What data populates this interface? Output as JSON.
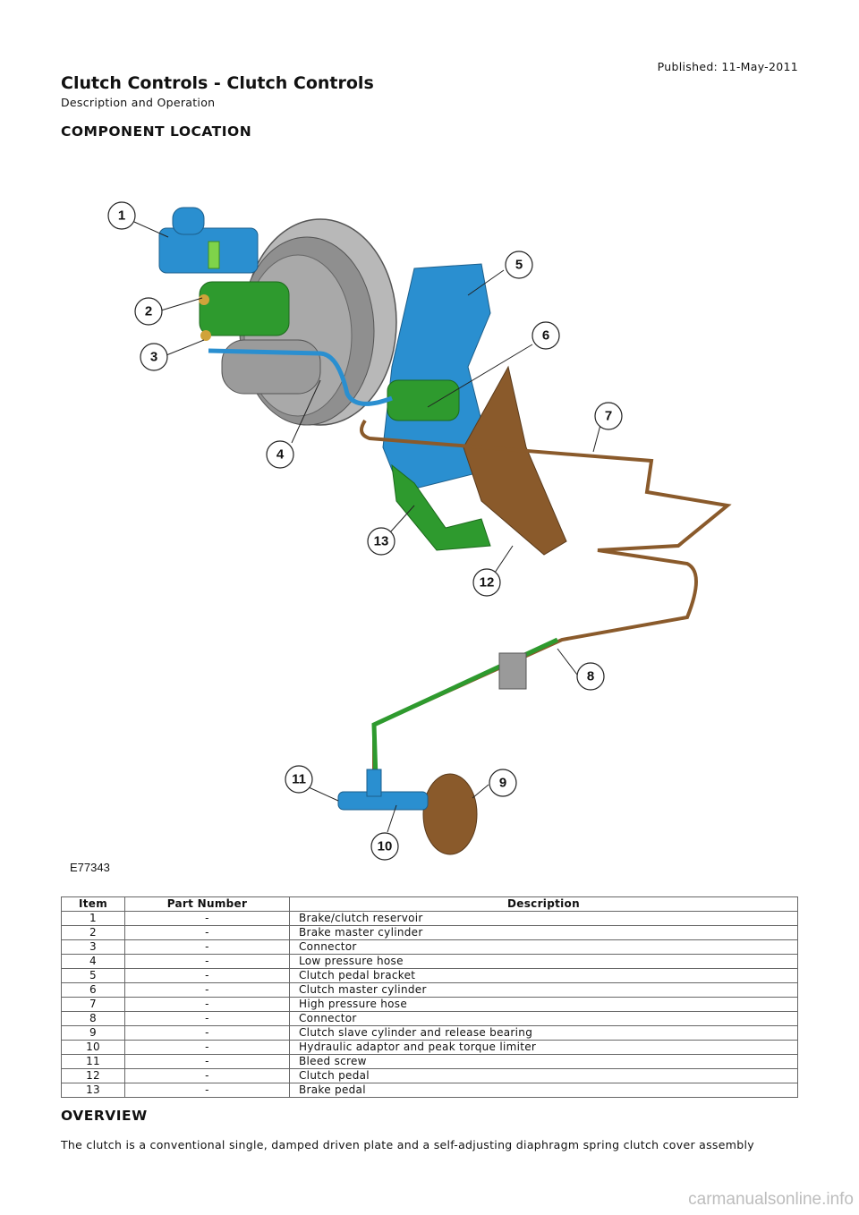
{
  "header": {
    "published": "Published: 11-May-2011",
    "title": "Clutch Controls - Clutch Controls",
    "subtitle": "Description and Operation"
  },
  "sections": {
    "component_location": "COMPONENT LOCATION",
    "overview": "OVERVIEW"
  },
  "figure": {
    "code": "E77343",
    "callouts": [
      "1",
      "2",
      "3",
      "4",
      "5",
      "6",
      "7",
      "8",
      "9",
      "10",
      "11",
      "12",
      "13"
    ]
  },
  "table": {
    "headers": [
      "Item",
      "Part Number",
      "Description"
    ],
    "rows": [
      [
        "1",
        "-",
        "Brake/clutch reservoir"
      ],
      [
        "2",
        "-",
        "Brake master cylinder"
      ],
      [
        "3",
        "-",
        "Connector"
      ],
      [
        "4",
        "-",
        "Low pressure hose"
      ],
      [
        "5",
        "-",
        "Clutch pedal bracket"
      ],
      [
        "6",
        "-",
        "Clutch master cylinder"
      ],
      [
        "7",
        "-",
        "High pressure hose"
      ],
      [
        "8",
        "-",
        "Connector"
      ],
      [
        "9",
        "-",
        "Clutch slave cylinder and release bearing"
      ],
      [
        "10",
        "-",
        "Hydraulic adaptor and peak torque limiter"
      ],
      [
        "11",
        "-",
        "Bleed screw"
      ],
      [
        "12",
        "-",
        "Clutch pedal"
      ],
      [
        "13",
        "-",
        "Brake pedal"
      ]
    ]
  },
  "overview_text": "The clutch is a conventional single, damped driven plate and a self-adjusting diaphragm spring clutch cover assembly",
  "watermark": "carmanualsonline.info",
  "colors": {
    "blue_part": "#2a8fd0",
    "green_part": "#2e9a2e",
    "brown_part": "#8a5a2b",
    "grey_part": "#9a9a9a"
  }
}
